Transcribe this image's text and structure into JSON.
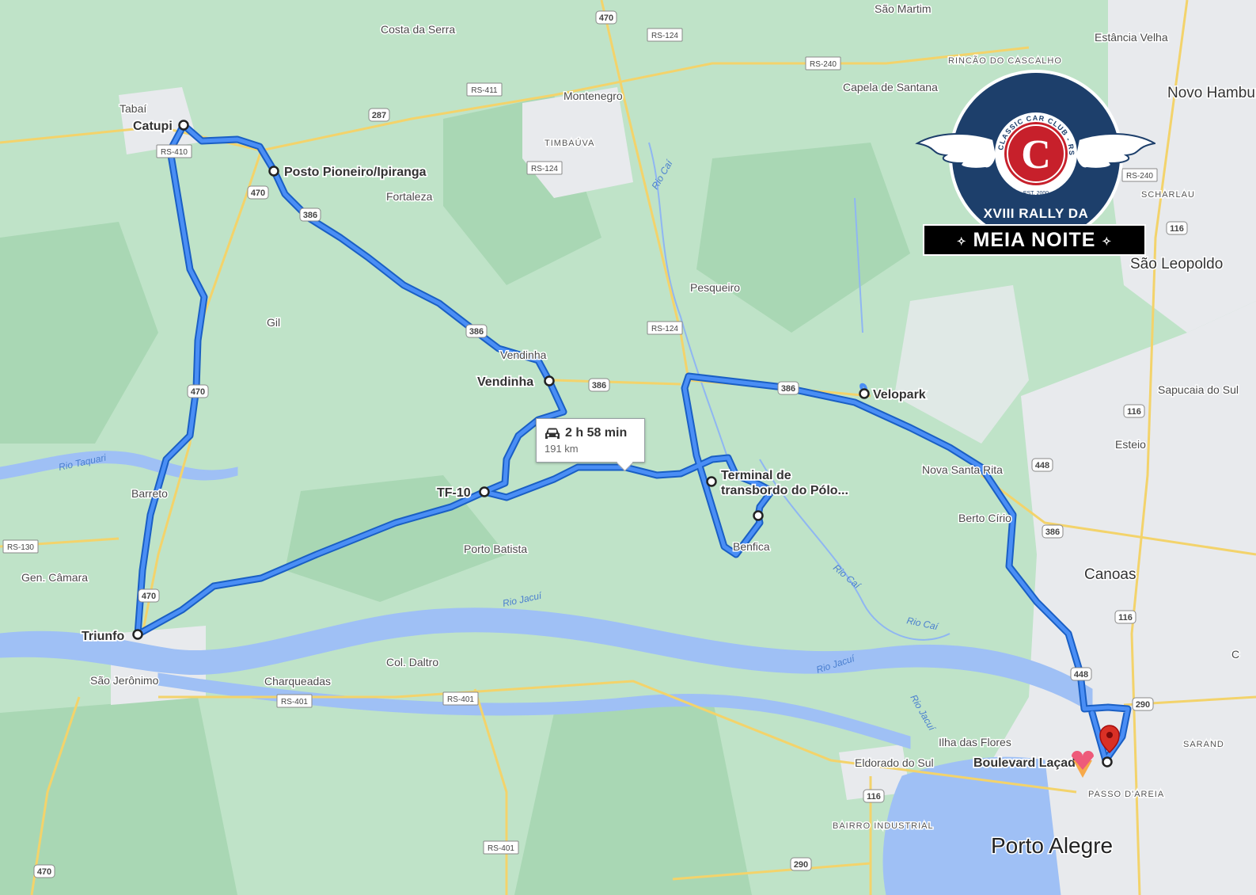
{
  "map": {
    "places": {
      "costa_da_serra": "Costa da Serra",
      "sao_martim": "São Martim",
      "estancia_velha": "Estância Velha",
      "novo_hamburgo": "Novo Hamburgo",
      "rincao_do_cascalho": "RINCÃO DO CASCALHO",
      "capela_de_santana": "Capela de Santana",
      "tabai": "Tabaí",
      "montenegro": "Montenegro",
      "timbauva": "TIMBAÚVA",
      "fortaleza": "Fortaleza",
      "scharlau": "SCHARLAU",
      "sao_leopoldo": "São Leopoldo",
      "pesqueiro": "Pesqueiro",
      "gil": "Gil",
      "vendinha_area": "Vendinha",
      "sapucaia_do_sul": "Sapucaia do Sul",
      "esteio": "Esteio",
      "nova_santa_rita": "Nova Santa Rita",
      "berto_cirio": "Berto Círio",
      "barreto": "Barreto",
      "porto_batista": "Porto Batista",
      "benfica": "Benfica",
      "canoas": "Canoas",
      "gen_camara": "Gen. Câmara",
      "sao_jeronimo": "São Jerônimo",
      "charqueadas": "Charqueadas",
      "col_daltro": "Col. Daltro",
      "ilha_das_flores": "Ilha das Flores",
      "sarandi": "SARAND",
      "eldorado_do_sul": "Eldorado do Sul",
      "passo_dareia": "PASSO D'AREIA",
      "bairro_industrial": "BAIRRO INDUSTRIAL",
      "porto_alegre": "Porto Alegre",
      "edge_c": "C"
    },
    "rivers": {
      "taquari": "Rio Taquari",
      "cai_upper": "Rio Caí",
      "cai_lower": "Rio Caí",
      "cai_mid": "Rio Caí",
      "jacui_1": "Rio Jacuí",
      "jacui_2": "Rio Jacuí",
      "jacui_3": "Rio Jacuí"
    },
    "shields": [
      "470",
      "RS-124",
      "RS-240",
      "RS-411",
      "287",
      "RS-410",
      "470",
      "386",
      "RS-124",
      "386",
      "RS-124",
      "386",
      "470",
      "386",
      "448",
      "386",
      "470",
      "116",
      "116",
      "116",
      "RS-130",
      "RS-240",
      "448",
      "290",
      "RS-401",
      "RS-401",
      "RS-401",
      "116",
      "290",
      "470"
    ],
    "stops": {
      "catupi": "Catupi",
      "posto": "Posto Pioneiro/Ipiranga",
      "vendinha": "Vendinha",
      "velopark": "Velopark",
      "tf10": "TF-10",
      "terminal_line1": "Terminal de",
      "terminal_line2": "transbordo do Pólo...",
      "triunfo": "Triunfo",
      "boulevard": "Boulevard Laçador"
    }
  },
  "route_info": {
    "duration": "2 h 58 min",
    "distance": "191 km",
    "icon": "car-icon"
  },
  "logo": {
    "ring_text": "CLASSIC CAR CLUB - RS",
    "letter": "C",
    "established": "EST. 2000",
    "title": "XVIII RALLY DA",
    "banner": "MEIA NOITE"
  },
  "colors": {
    "land": "#bfe3c8",
    "urban": "#e8eaed",
    "water": "#9fc0f5",
    "route": "#4a8ef5",
    "route_outline": "#1a5fc4",
    "road_yellow": "#f3d36b",
    "logo_navy": "#1d3f6b",
    "logo_red": "#c7202b"
  }
}
